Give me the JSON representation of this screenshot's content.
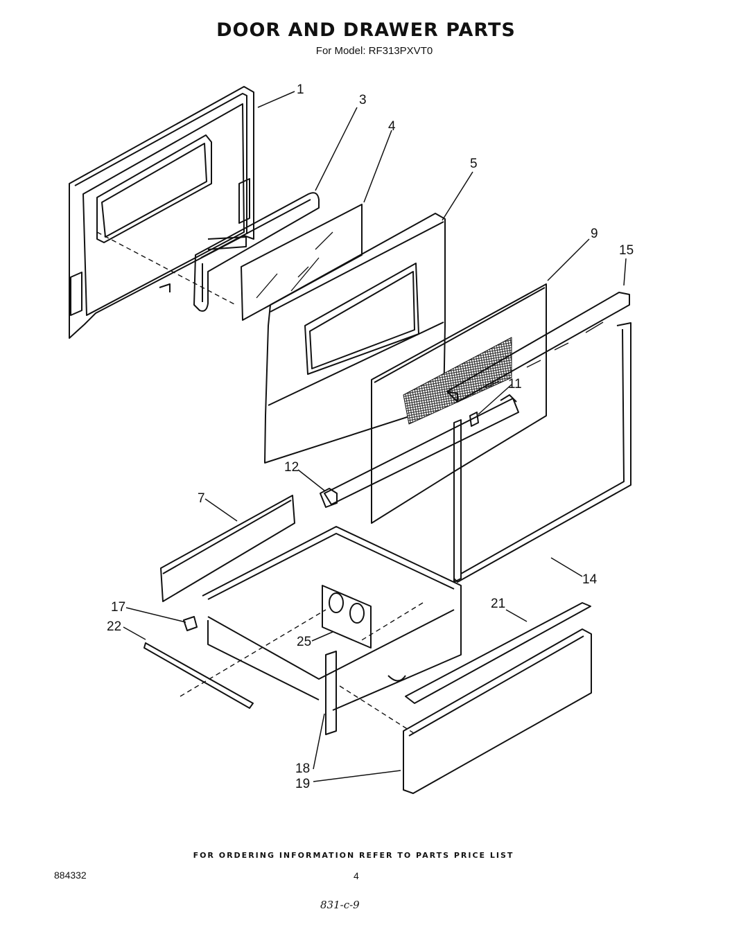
{
  "page": {
    "title": "DOOR AND DRAWER PARTS",
    "subtitle": "For Model: RF313PXVT0",
    "footer": "FOR ORDERING INFORMATION REFER TO PARTS PRICE LIST",
    "doc_number": "884332",
    "page_number": "4",
    "handwritten_note": "831-c-9"
  },
  "callouts": {
    "c1": "1",
    "c3": "3",
    "c4": "4",
    "c5": "5",
    "c7": "7",
    "c9": "9",
    "c11": "11",
    "c12": "12",
    "c14": "14",
    "c15": "15",
    "c17": "17",
    "c18": "18",
    "c19": "19",
    "c21": "21",
    "c22": "22",
    "c25": "25"
  }
}
